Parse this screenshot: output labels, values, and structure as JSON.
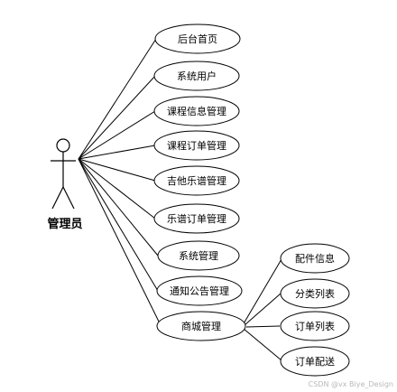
{
  "actor": {
    "label": "管理员"
  },
  "use_cases": [
    {
      "label": "后台首页"
    },
    {
      "label": "系统用户"
    },
    {
      "label": "课程信息管理"
    },
    {
      "label": "课程订单管理"
    },
    {
      "label": "吉他乐谱管理"
    },
    {
      "label": "乐谱订单管理"
    },
    {
      "label": "系统管理"
    },
    {
      "label": "通知公告管理"
    },
    {
      "label": "商城管理"
    }
  ],
  "sub_use_cases": [
    {
      "label": "配件信息"
    },
    {
      "label": "分类列表"
    },
    {
      "label": "订单列表"
    },
    {
      "label": "订单配送"
    }
  ],
  "watermark": "CSDN @vx Biye_Design",
  "colors": {
    "stroke": "#000000",
    "background": "#ffffff"
  }
}
